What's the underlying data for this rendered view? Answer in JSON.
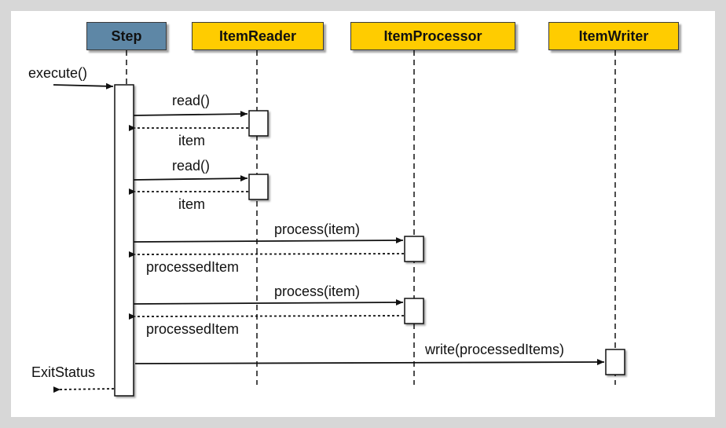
{
  "participants": {
    "step": "Step",
    "reader": "ItemReader",
    "processor": "ItemProcessor",
    "writer": "ItemWriter"
  },
  "messages": {
    "execute": "execute()",
    "read1": "read()",
    "item1": "item",
    "read2": "read()",
    "item2": "item",
    "process1": "process(item)",
    "processed1": "processedItem",
    "process2": "process(item)",
    "processed2": "processedItem",
    "write": "write(processedItems)",
    "exit": "ExitStatus"
  },
  "colors": {
    "step_fill": "#5e87a6",
    "component_fill": "#ffcc00",
    "background": "#d7d7d7"
  }
}
